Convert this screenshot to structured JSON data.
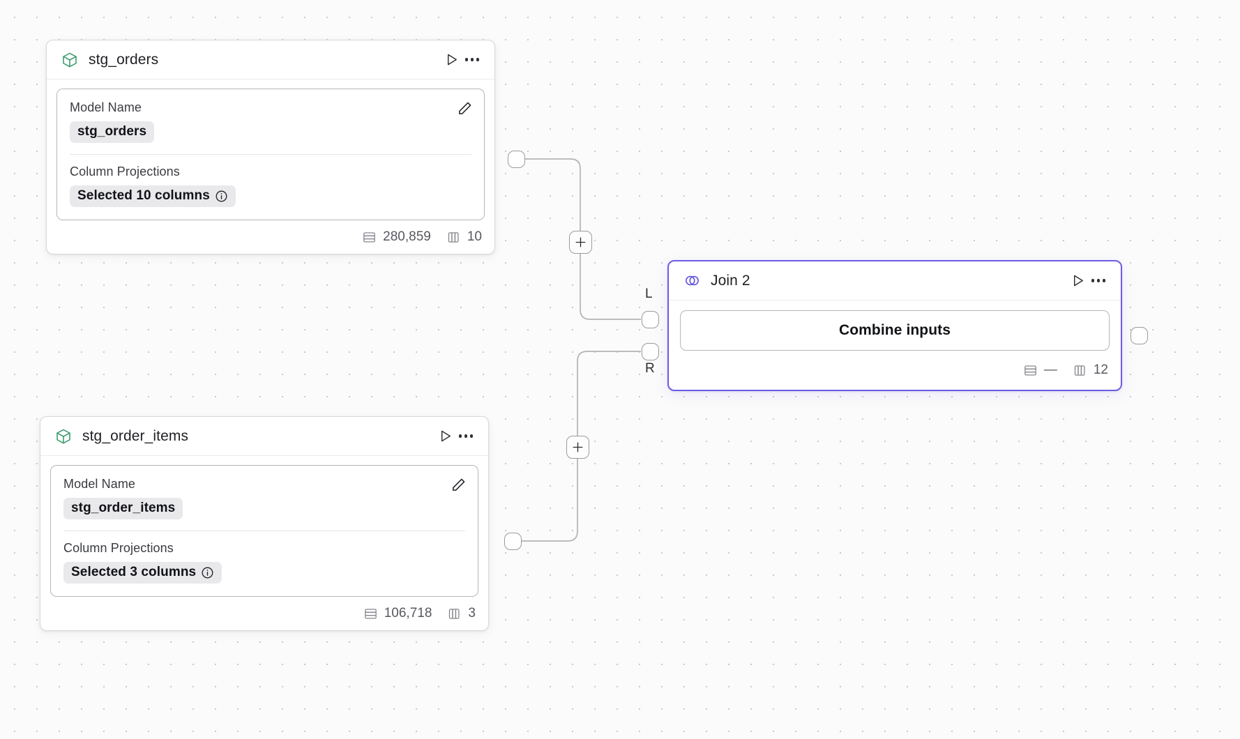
{
  "canvas": {
    "background": "#fbfbfb",
    "dot_color": "#c9c9cd",
    "accent": "#6c5ce7",
    "model_icon_color": "#3f9d71"
  },
  "nodes": [
    {
      "id": "stg_orders",
      "title": "stg_orders",
      "icon": "cube-icon",
      "type": "model",
      "fields": {
        "model_name_label": "Model Name",
        "model_name_value": "stg_orders",
        "column_projections_label": "Column Projections",
        "column_projections_value": "Selected 10 columns"
      },
      "footer": {
        "rows": "280,859",
        "columns": "10"
      }
    },
    {
      "id": "stg_order_items",
      "title": "stg_order_items",
      "icon": "cube-icon",
      "type": "model",
      "fields": {
        "model_name_label": "Model Name",
        "model_name_value": "stg_order_items",
        "column_projections_label": "Column Projections",
        "column_projections_value": "Selected 3 columns"
      },
      "footer": {
        "rows": "106,718",
        "columns": "3"
      }
    },
    {
      "id": "join_2",
      "title": "Join 2",
      "icon": "venn-join-icon",
      "type": "join",
      "selected": true,
      "action_label": "Combine inputs",
      "input_ports": [
        "L",
        "R"
      ],
      "footer": {
        "rows": "—",
        "columns": "12"
      }
    }
  ],
  "edges": [
    {
      "from": "stg_orders",
      "to": "join_2",
      "to_port": "L",
      "add_label": "+"
    },
    {
      "from": "stg_order_items",
      "to": "join_2",
      "to_port": "R",
      "add_label": "+"
    }
  ],
  "icons": {
    "run": "play-icon",
    "menu": "more-options-icon",
    "edit": "pencil-icon",
    "info": "info-icon",
    "rows": "rows-icon",
    "columns": "columns-icon",
    "add": "plus-icon"
  }
}
